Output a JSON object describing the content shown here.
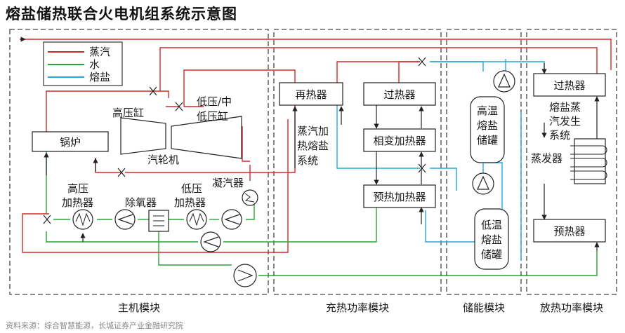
{
  "title": "熔盐储热联合火电机组系统示意图",
  "source": "资料来源：综合智慧能源，长城证券产业金融研究院",
  "legend": {
    "steam": "蒸汽",
    "water": "水",
    "salt": "熔盐"
  },
  "colors": {
    "steam": "#d22a2a",
    "water": "#2aa33a",
    "salt": "#27a6d8"
  },
  "modules": {
    "main": "主机模块",
    "charge": "充热功率模块",
    "storage": "储能模块",
    "discharge": "放热功率模块"
  },
  "components": {
    "boiler": "锅炉",
    "hp_cylinder": "高压缸",
    "lp_cylinder_1": "低压/中",
    "lp_cylinder_2": "低压缸",
    "turbine": "汽轮机",
    "condenser": "凝汽器",
    "hp_heater_1": "高压",
    "hp_heater_2": "加热器",
    "deaerator": "除氧器",
    "lp_heater_1": "低压",
    "lp_heater_2": "加热器",
    "reheater": "再热器",
    "superheater": "过热器",
    "phase_heater": "相变加热器",
    "preheater": "预热加热器",
    "steam_salt_1": "蒸汽加",
    "steam_salt_2": "热熔盐",
    "steam_salt_3": "系统",
    "hot_tank_1": "高温",
    "hot_tank_2": "熔盐",
    "hot_tank_3": "储罐",
    "cold_tank_1": "低温",
    "cold_tank_2": "熔盐",
    "cold_tank_3": "储罐",
    "dis_superheater": "过热器",
    "salt_gen_1": "熔盐蒸",
    "salt_gen_2": "汽发生",
    "salt_gen_3": "系统",
    "evaporator": "蒸发器",
    "dis_preheater": "预热器"
  }
}
